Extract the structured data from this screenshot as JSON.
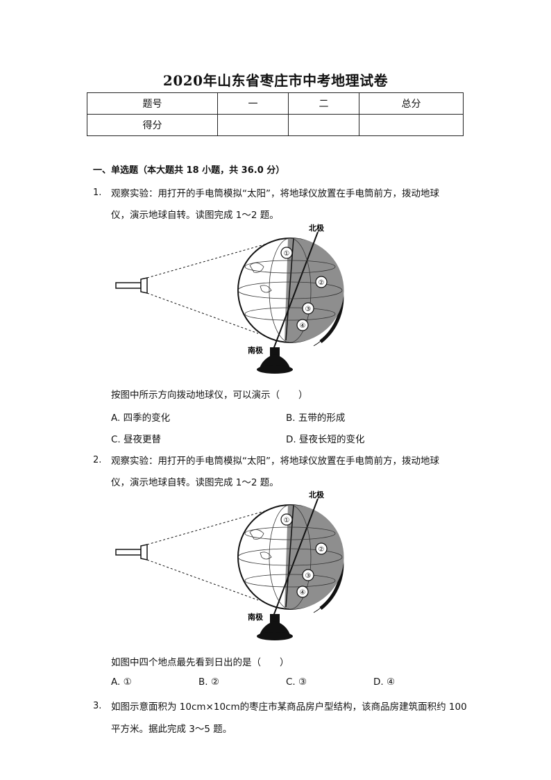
{
  "title": "2020年山东省枣庄市中考地理试卷",
  "score_table": {
    "headers": [
      "题号",
      "一",
      "二",
      "总分"
    ],
    "row": [
      "得分",
      "",
      "",
      ""
    ]
  },
  "section_heading": "一、单选题（本大题共 18 小题，共 36.0 分）",
  "questions": [
    {
      "number": "1.",
      "stem_lines": [
        "观察实验：用打开的手电筒模拟“太阳”，将地球仪放置在手电筒前方，拨动地球",
        "仪，演示地球自转。读图完成 1～2 题。"
      ],
      "figure": {
        "north_label": "北极",
        "south_label": "南极",
        "markers": [
          "①",
          "②",
          "③",
          "④"
        ]
      },
      "prompt": "按图中所示方向拨动地球仪，可以演示（　　）",
      "options": [
        "A.  四季的变化",
        "B.  五带的形成",
        "C.  昼夜更替",
        "D.  昼夜长短的变化"
      ]
    },
    {
      "number": "2.",
      "stem_lines": [
        "观察实验：用打开的手电筒模拟“太阳”，将地球仪放置在手电筒前方，拨动地球",
        "仪，演示地球自转。读图完成 1～2 题。"
      ],
      "figure": {
        "north_label": "北极",
        "south_label": "南极",
        "markers": [
          "①",
          "②",
          "③",
          "④"
        ]
      },
      "prompt": "如图中四个地点最先看到日出的是（　　）",
      "options": [
        "A. ①",
        "B. ②",
        "C. ③",
        "D. ④"
      ]
    },
    {
      "number": "3.",
      "stem_lines": [
        "如图示意面积为 10cm×10cm的枣庄市某商品房户型结构，该商品房建筑面积约 100",
        "平方米。据此完成 3～5 题。"
      ]
    }
  ]
}
